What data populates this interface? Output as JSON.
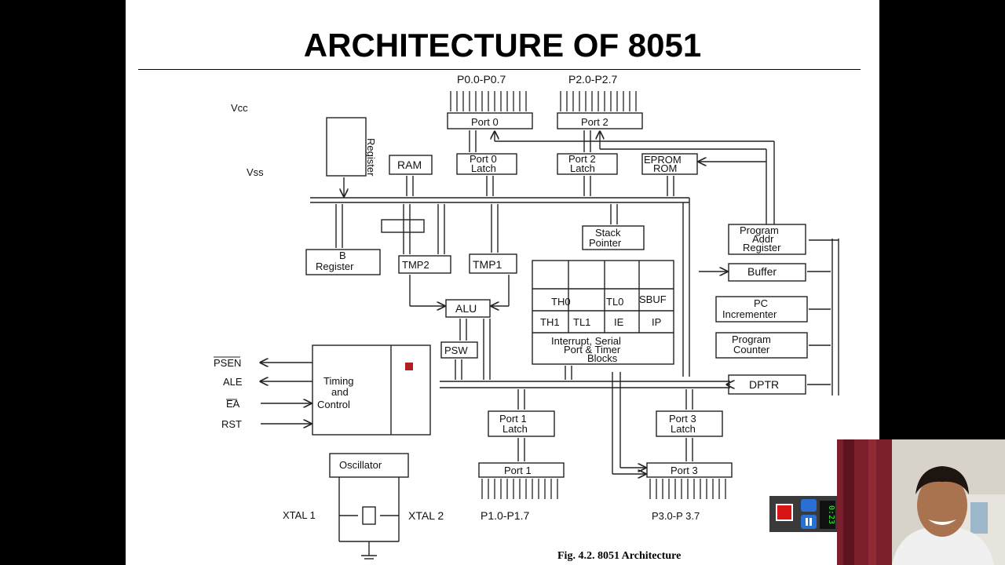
{
  "slide": {
    "title": "ARCHITECTURE OF 8051",
    "caption": "Fig. 4.2. 8051 Architecture"
  },
  "diagram": {
    "p0_pins": "P0.0-P0.7",
    "p2_pins": "P2.0-P2.7",
    "p1_pins": "P1.0-P1.7",
    "p3_pins": "P3.0-P 3.7",
    "port0": "Port 0",
    "port2": "Port 2",
    "port1": "Port 1",
    "port3": "Port 3",
    "port0_latch": [
      "Port 0",
      "Latch"
    ],
    "port2_latch": [
      "Port 2",
      "Latch"
    ],
    "port1_latch": [
      "Port 1",
      "Latch"
    ],
    "port3_latch": [
      "Port 3",
      "Latch"
    ],
    "vcc": "Vcc",
    "vss": "Vss",
    "register": "Register",
    "ram": "RAM",
    "eprom_rom": [
      "EPROM",
      "ROM"
    ],
    "b_register": [
      "B",
      "Register"
    ],
    "tmp2": "TMP2",
    "tmp1": "TMP1",
    "alu": "ALU",
    "psw": "PSW",
    "stack_pointer": [
      "Stack",
      "Pointer"
    ],
    "program_addr_register": [
      "Program",
      "Addr",
      "Register"
    ],
    "buffer": "Buffer",
    "pc_incrementer": [
      "PC",
      "Incrementer"
    ],
    "program_counter": [
      "Program",
      "Counter"
    ],
    "dptr": "DPTR",
    "sfr_row1": [
      "TH0",
      "TL0",
      "SBUF"
    ],
    "sfr_row2": [
      "TH1",
      "TL1",
      "IE",
      "IP"
    ],
    "interrupt_block": [
      "Interrupt, Serial",
      "Port & Timer",
      "Blocks"
    ],
    "timing_control": [
      "Timing",
      "and",
      "Control"
    ],
    "psen": "PSEN",
    "ale": "ALE",
    "ea": "EA",
    "rst": "RST",
    "oscillator": "Oscillator",
    "xtal1": "XTAL 1",
    "xtal2": "XTAL 2"
  },
  "recorder": {
    "record_color": "#d81414",
    "camera_icon": "camera-icon",
    "pause_icon": "pause-icon",
    "timer_text": "0:23"
  }
}
